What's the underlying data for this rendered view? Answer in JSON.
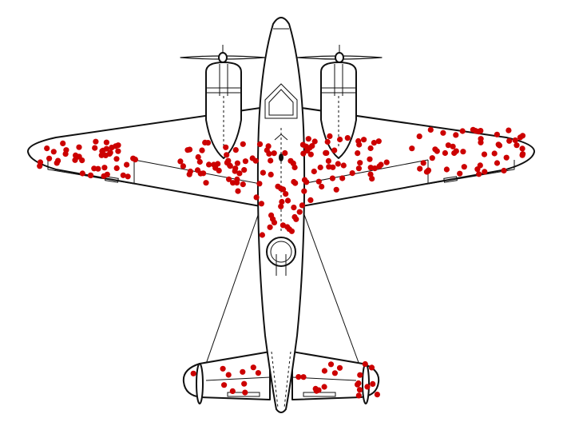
{
  "colors": {
    "outline": "#111111",
    "hit_marker": "#cc0000",
    "background": "#ffffff"
  },
  "hit_regions": {
    "left_wing_outer": 45,
    "left_wing_inner": 45,
    "fuselage_center": 35,
    "right_wing_inner": 50,
    "right_wing_outer": 50,
    "tail": 30
  }
}
